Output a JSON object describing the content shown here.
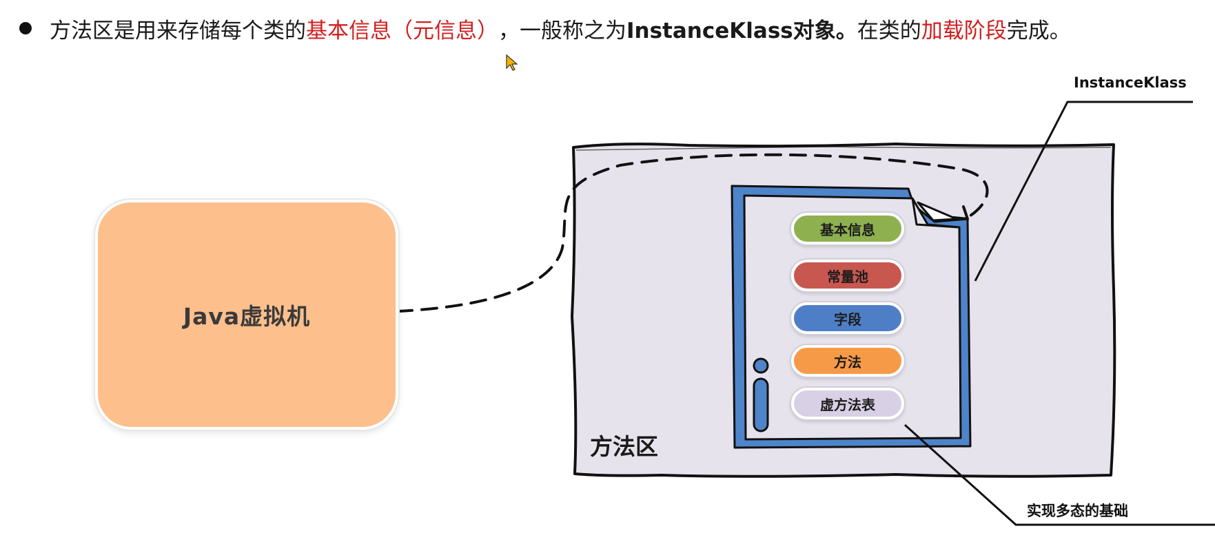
{
  "header": {
    "text_1": "方法区是用来存储每个类的",
    "text_2_red": "基本信息（元信息）",
    "text_3": "，一般称之为",
    "text_4_bold": "InstanceKlass对象。",
    "text_5": "在类的",
    "text_6_red": "加载阶段",
    "text_7": "完成。"
  },
  "diagram": {
    "jvm_label": "Java虚拟机",
    "method_area_label": "方法区",
    "instanceklass_callout": "InstanceKlass",
    "vtable_callout": "实现多态的基础",
    "pills": [
      {
        "label": "基本信息",
        "color": "#8fb04f"
      },
      {
        "label": "常量池",
        "color": "#c8574f"
      },
      {
        "label": "字段",
        "color": "#4e7fc6"
      },
      {
        "label": "方法",
        "color": "#f79a48"
      },
      {
        "label": "虚方法表",
        "color": "#d8d0e4"
      }
    ],
    "colors": {
      "jvm_box": "#fdbf8c",
      "method_area_fill": "#e6e3ec",
      "document_border": "#4e84c9",
      "highlight_red": "#d11f1f"
    }
  }
}
